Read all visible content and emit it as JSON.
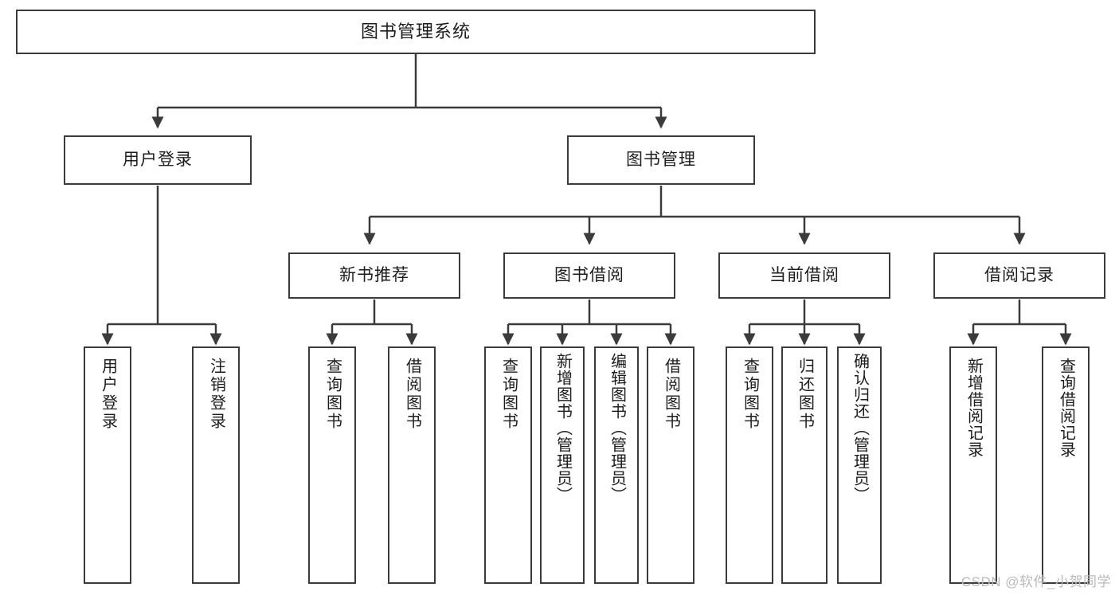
{
  "diagram": {
    "title": "图书管理系统",
    "type": "tree-hierarchy-diagram",
    "root": {
      "label": "图书管理系统"
    },
    "level2": [
      {
        "label": "用户登录"
      },
      {
        "label": "图书管理"
      }
    ],
    "level3": [
      {
        "label": "新书推荐"
      },
      {
        "label": "图书借阅"
      },
      {
        "label": "当前借阅"
      },
      {
        "label": "借阅记录"
      }
    ],
    "leaves": {
      "user_login": [
        {
          "label": "用户登录"
        },
        {
          "label": "注销登录"
        }
      ],
      "new_book_recommend": [
        {
          "label": "查询图书"
        },
        {
          "label": "借阅图书"
        }
      ],
      "book_borrow": [
        {
          "label": "查询图书"
        },
        {
          "label": "新增图书（管理员）"
        },
        {
          "label": "编辑图书（管理员）"
        },
        {
          "label": "借阅图书"
        }
      ],
      "current_borrow": [
        {
          "label": "查询图书"
        },
        {
          "label": "归还图书"
        },
        {
          "label": "确认归还（管理员）"
        }
      ],
      "borrow_records": [
        {
          "label": "新增借阅记录"
        },
        {
          "label": "查询借阅记录"
        }
      ]
    },
    "watermark": "CSDN @软件_小贺同学",
    "colors": {
      "stroke": "#3b3b3b",
      "fill": "#ffffff",
      "text": "#1d1d1d",
      "watermark": "#b9b9b9"
    }
  }
}
